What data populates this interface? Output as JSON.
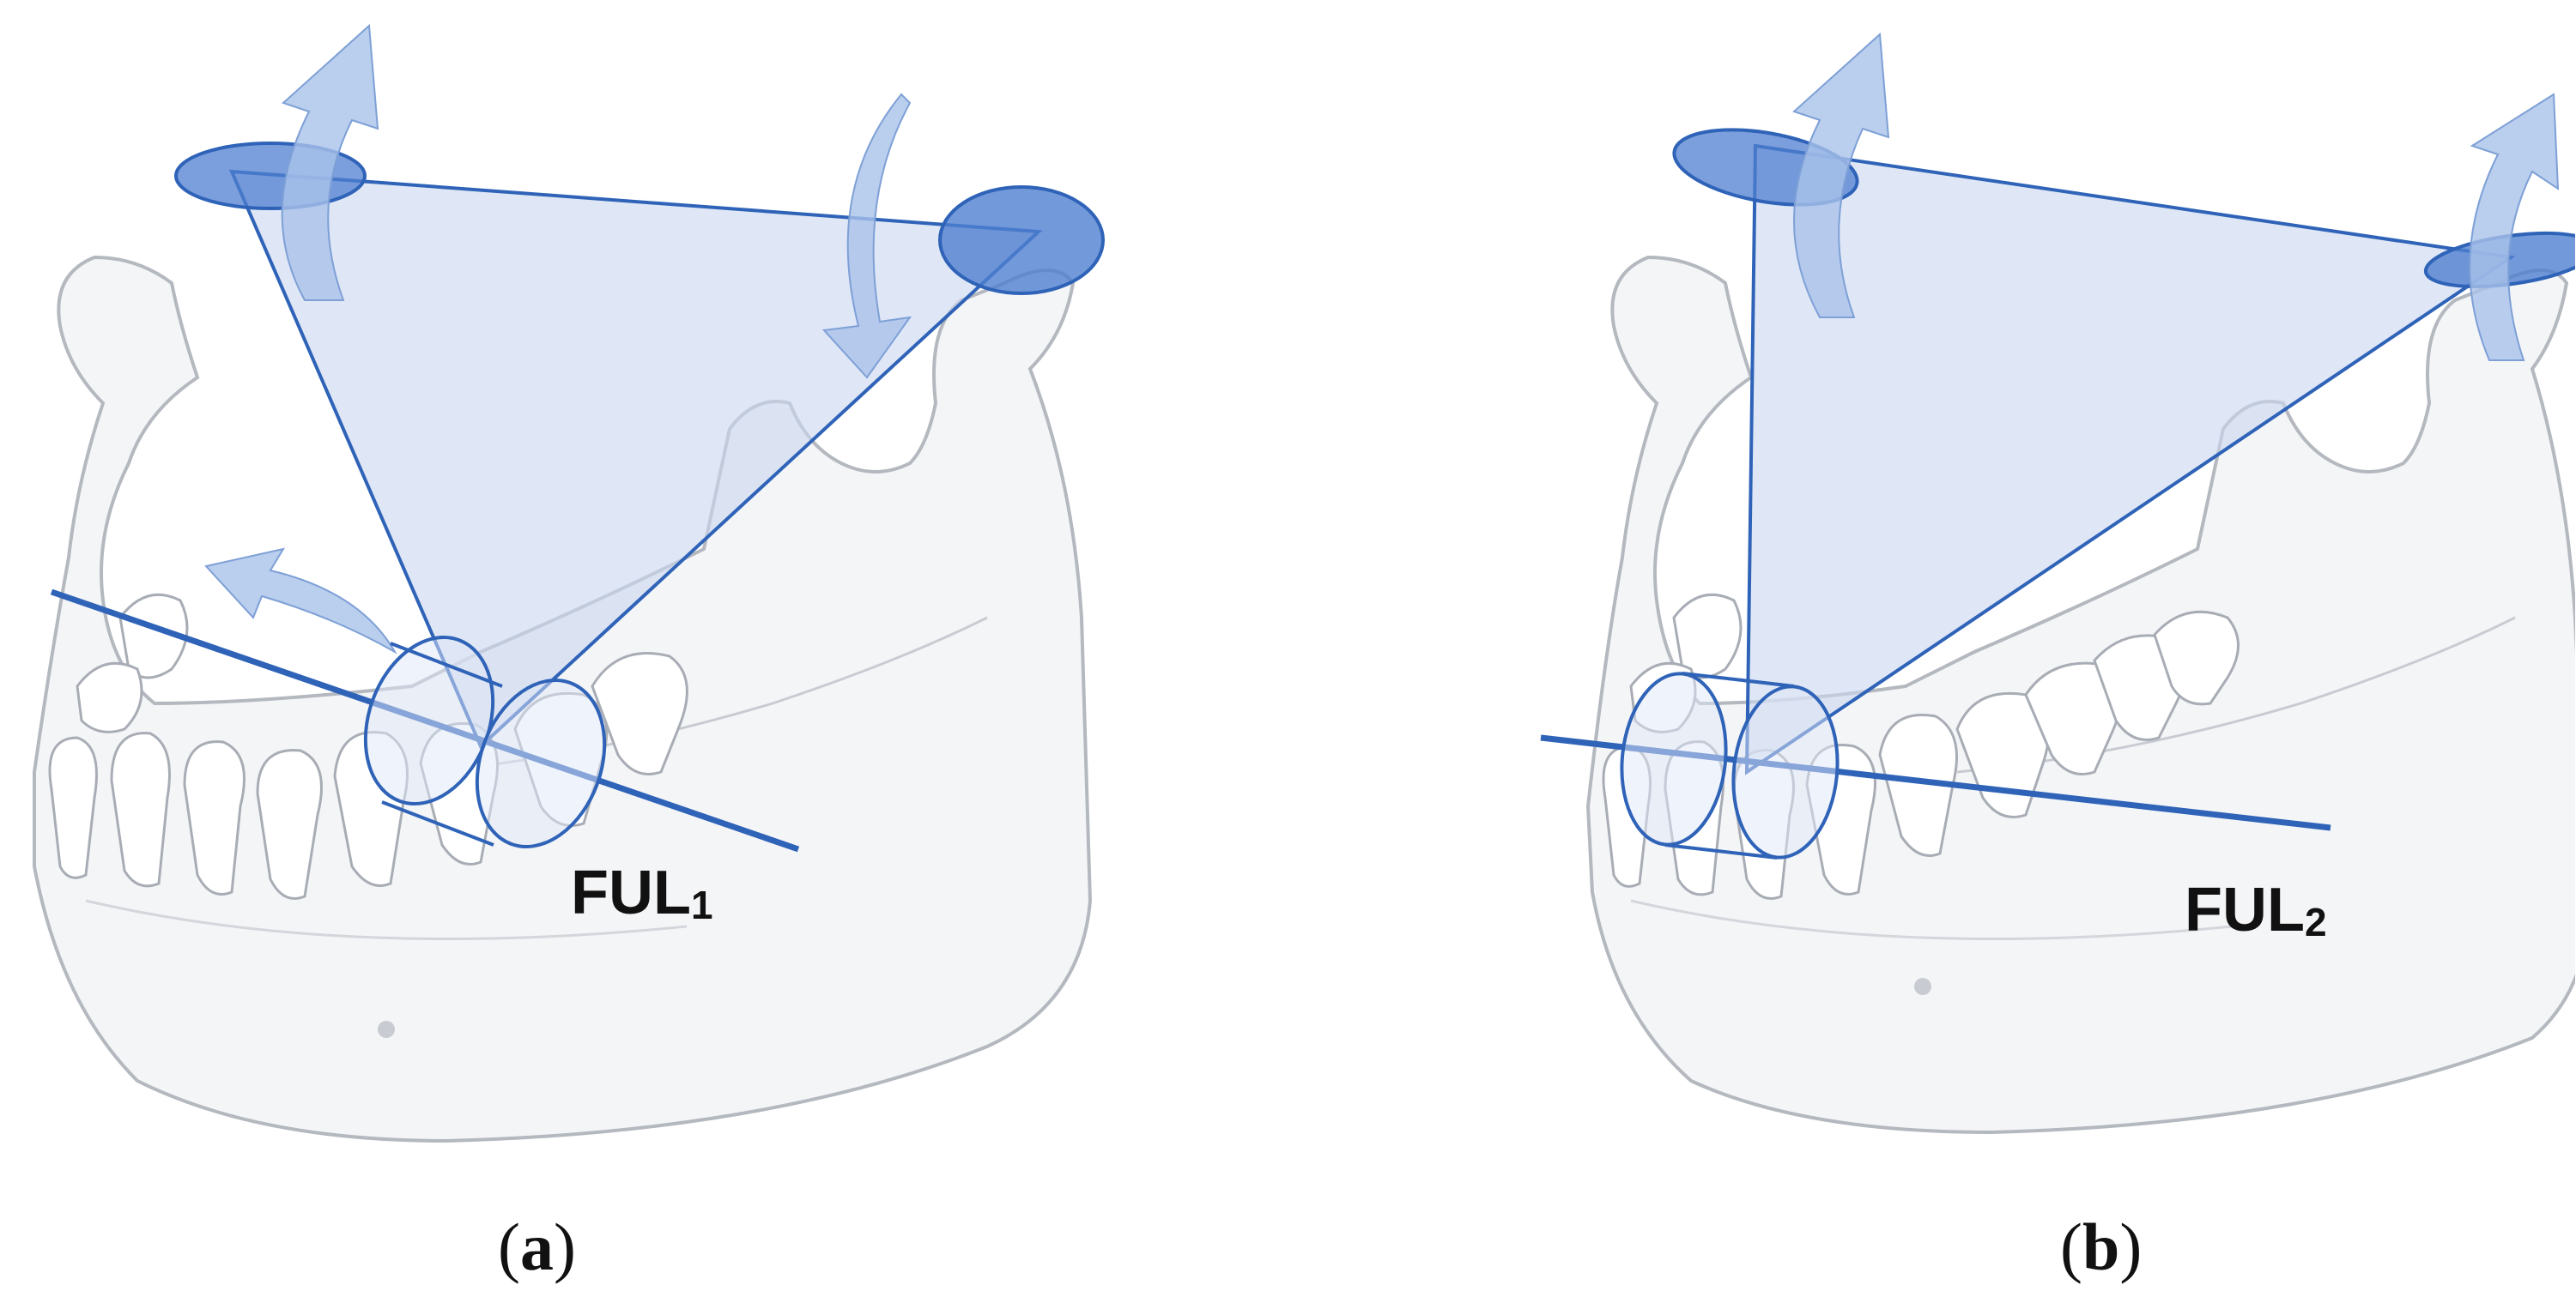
{
  "panels": [
    {
      "id": "a",
      "label_main": "FUL",
      "label_sub": "1",
      "caption_letter": "a"
    },
    {
      "id": "b",
      "label_main": "FUL",
      "label_sub": "2",
      "caption_letter": "b"
    }
  ],
  "colors": {
    "bone_fill": "#f4f5f7",
    "bone_stroke": "#b4b8bf",
    "triangle_fill": "#c9d7f0",
    "line_blue": "#2f63b8",
    "ellipse_fill": "#4f7fd0",
    "arrow_fill": "#a9c2ea"
  }
}
